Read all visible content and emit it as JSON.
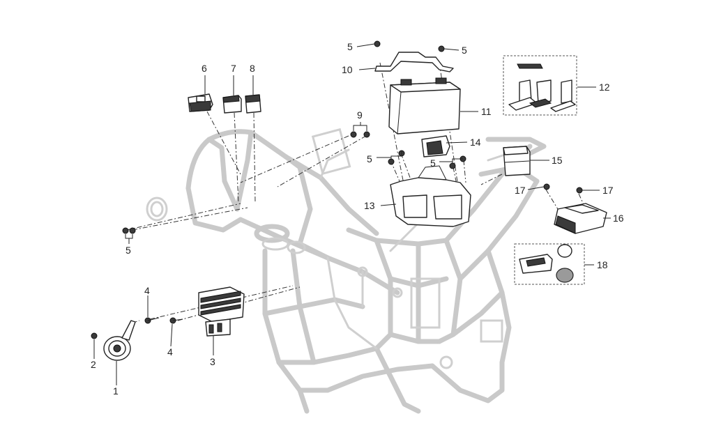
{
  "callouts": [
    {
      "id": "c1",
      "label": "1"
    },
    {
      "id": "c2",
      "label": "2"
    },
    {
      "id": "c3",
      "label": "3"
    },
    {
      "id": "c4a",
      "label": "4"
    },
    {
      "id": "c4b",
      "label": "4"
    },
    {
      "id": "c5a",
      "label": "5"
    },
    {
      "id": "c5b",
      "label": "5"
    },
    {
      "id": "c5c",
      "label": "5"
    },
    {
      "id": "c5d",
      "label": "5"
    },
    {
      "id": "c5e",
      "label": "5"
    },
    {
      "id": "c6",
      "label": "6"
    },
    {
      "id": "c7",
      "label": "7"
    },
    {
      "id": "c8",
      "label": "8"
    },
    {
      "id": "c9",
      "label": "9"
    },
    {
      "id": "c10",
      "label": "10"
    },
    {
      "id": "c11",
      "label": "11"
    },
    {
      "id": "c12",
      "label": "12"
    },
    {
      "id": "c13",
      "label": "13"
    },
    {
      "id": "c14",
      "label": "14"
    },
    {
      "id": "c15",
      "label": "15"
    },
    {
      "id": "c16",
      "label": "16"
    },
    {
      "id": "c17a",
      "label": "17"
    },
    {
      "id": "c17b",
      "label": "17"
    },
    {
      "id": "c18",
      "label": "18"
    }
  ],
  "colors": {
    "frame": "#c9c9c9",
    "line": "#222222",
    "background": "#ffffff"
  }
}
